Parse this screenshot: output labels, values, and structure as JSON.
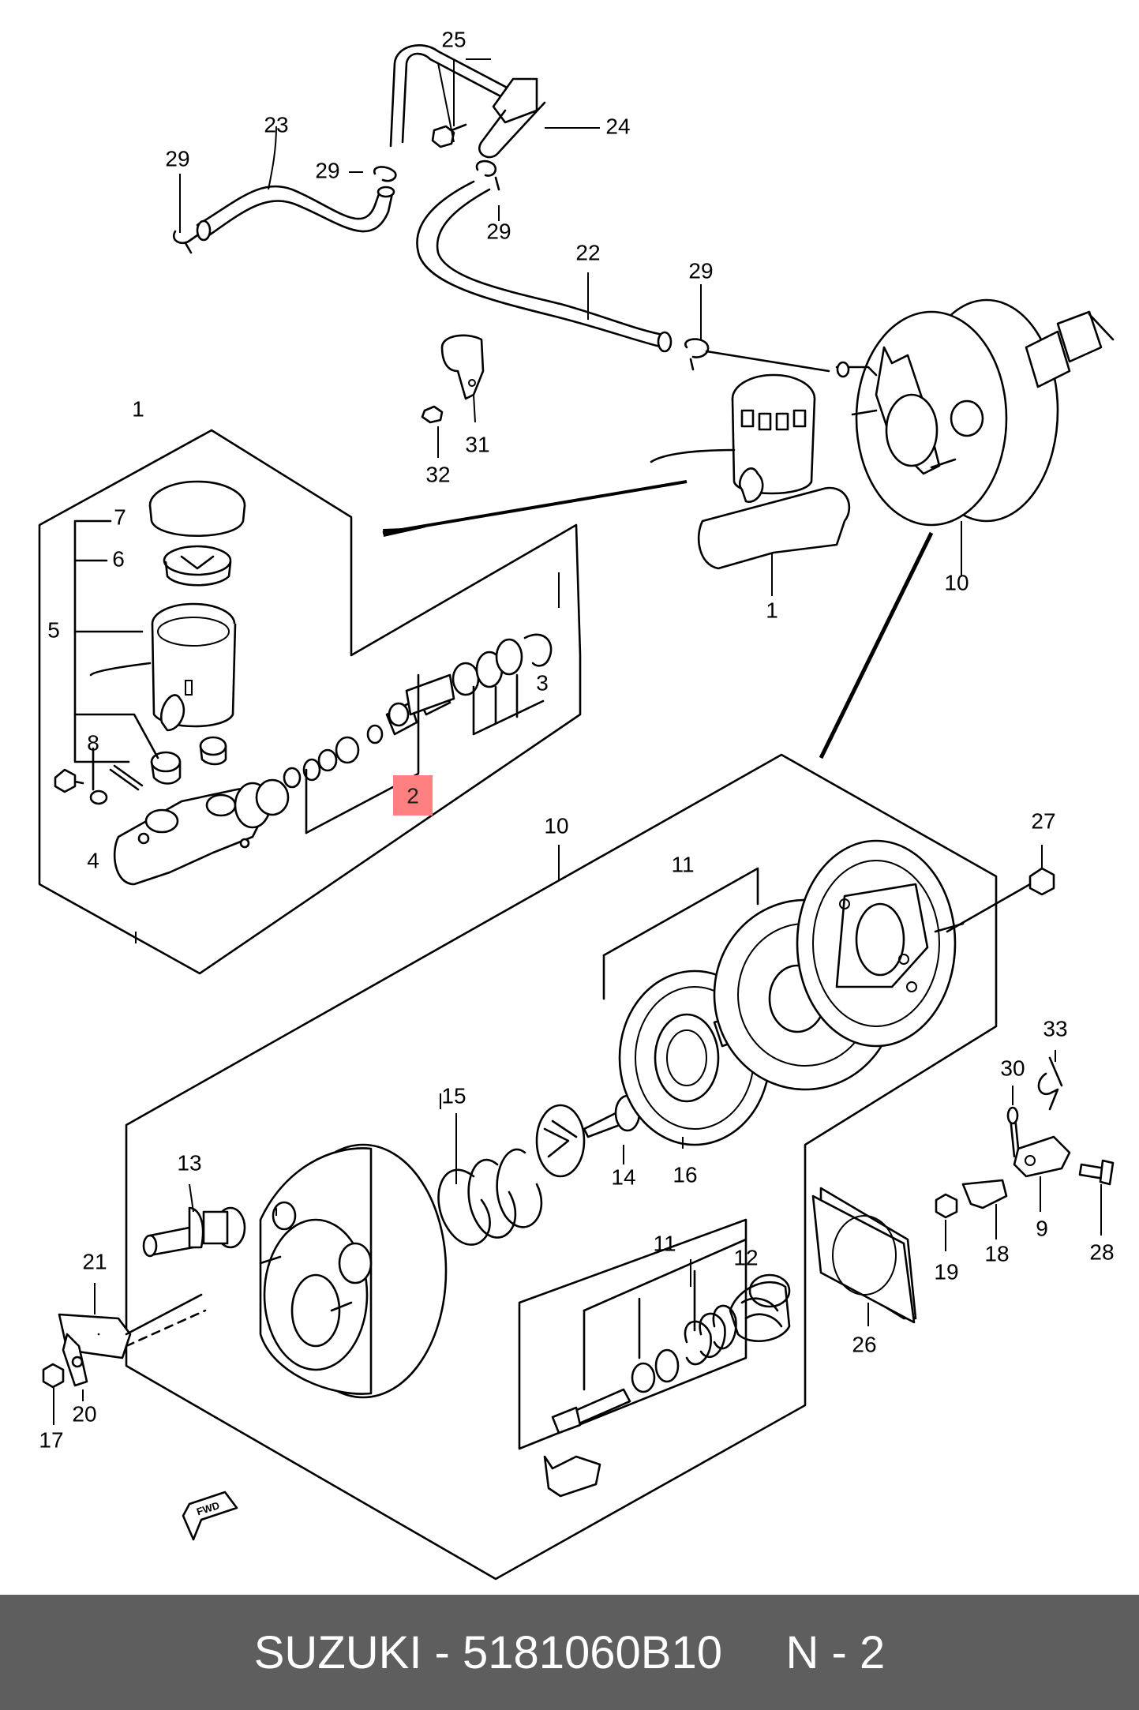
{
  "footer": {
    "text": "SUZUKI - 5181060B10     N - 2"
  },
  "highlight": {
    "color": "#ff8080"
  },
  "fwd_arrow_label": "FWD",
  "labels": {
    "p1a": "1",
    "p1b": "1",
    "p2": "2",
    "p3": "3",
    "p4": "4",
    "p5": "5",
    "p6": "6",
    "p7": "7",
    "p8": "8",
    "p9": "9",
    "p10a": "10",
    "p10b": "10",
    "p11a": "11",
    "p11b": "11",
    "p12": "12",
    "p13": "13",
    "p14": "14",
    "p15": "15",
    "p16": "16",
    "p17": "17",
    "p18": "18",
    "p19": "19",
    "p20": "20",
    "p21": "21",
    "p22": "22",
    "p23": "23",
    "p24": "24",
    "p25": "25",
    "p26": "26",
    "p27": "27",
    "p28": "28",
    "p29a": "29",
    "p29b": "29",
    "p29c": "29",
    "p29d": "29",
    "p30": "30",
    "p31": "31",
    "p32": "32",
    "p33": "33"
  }
}
